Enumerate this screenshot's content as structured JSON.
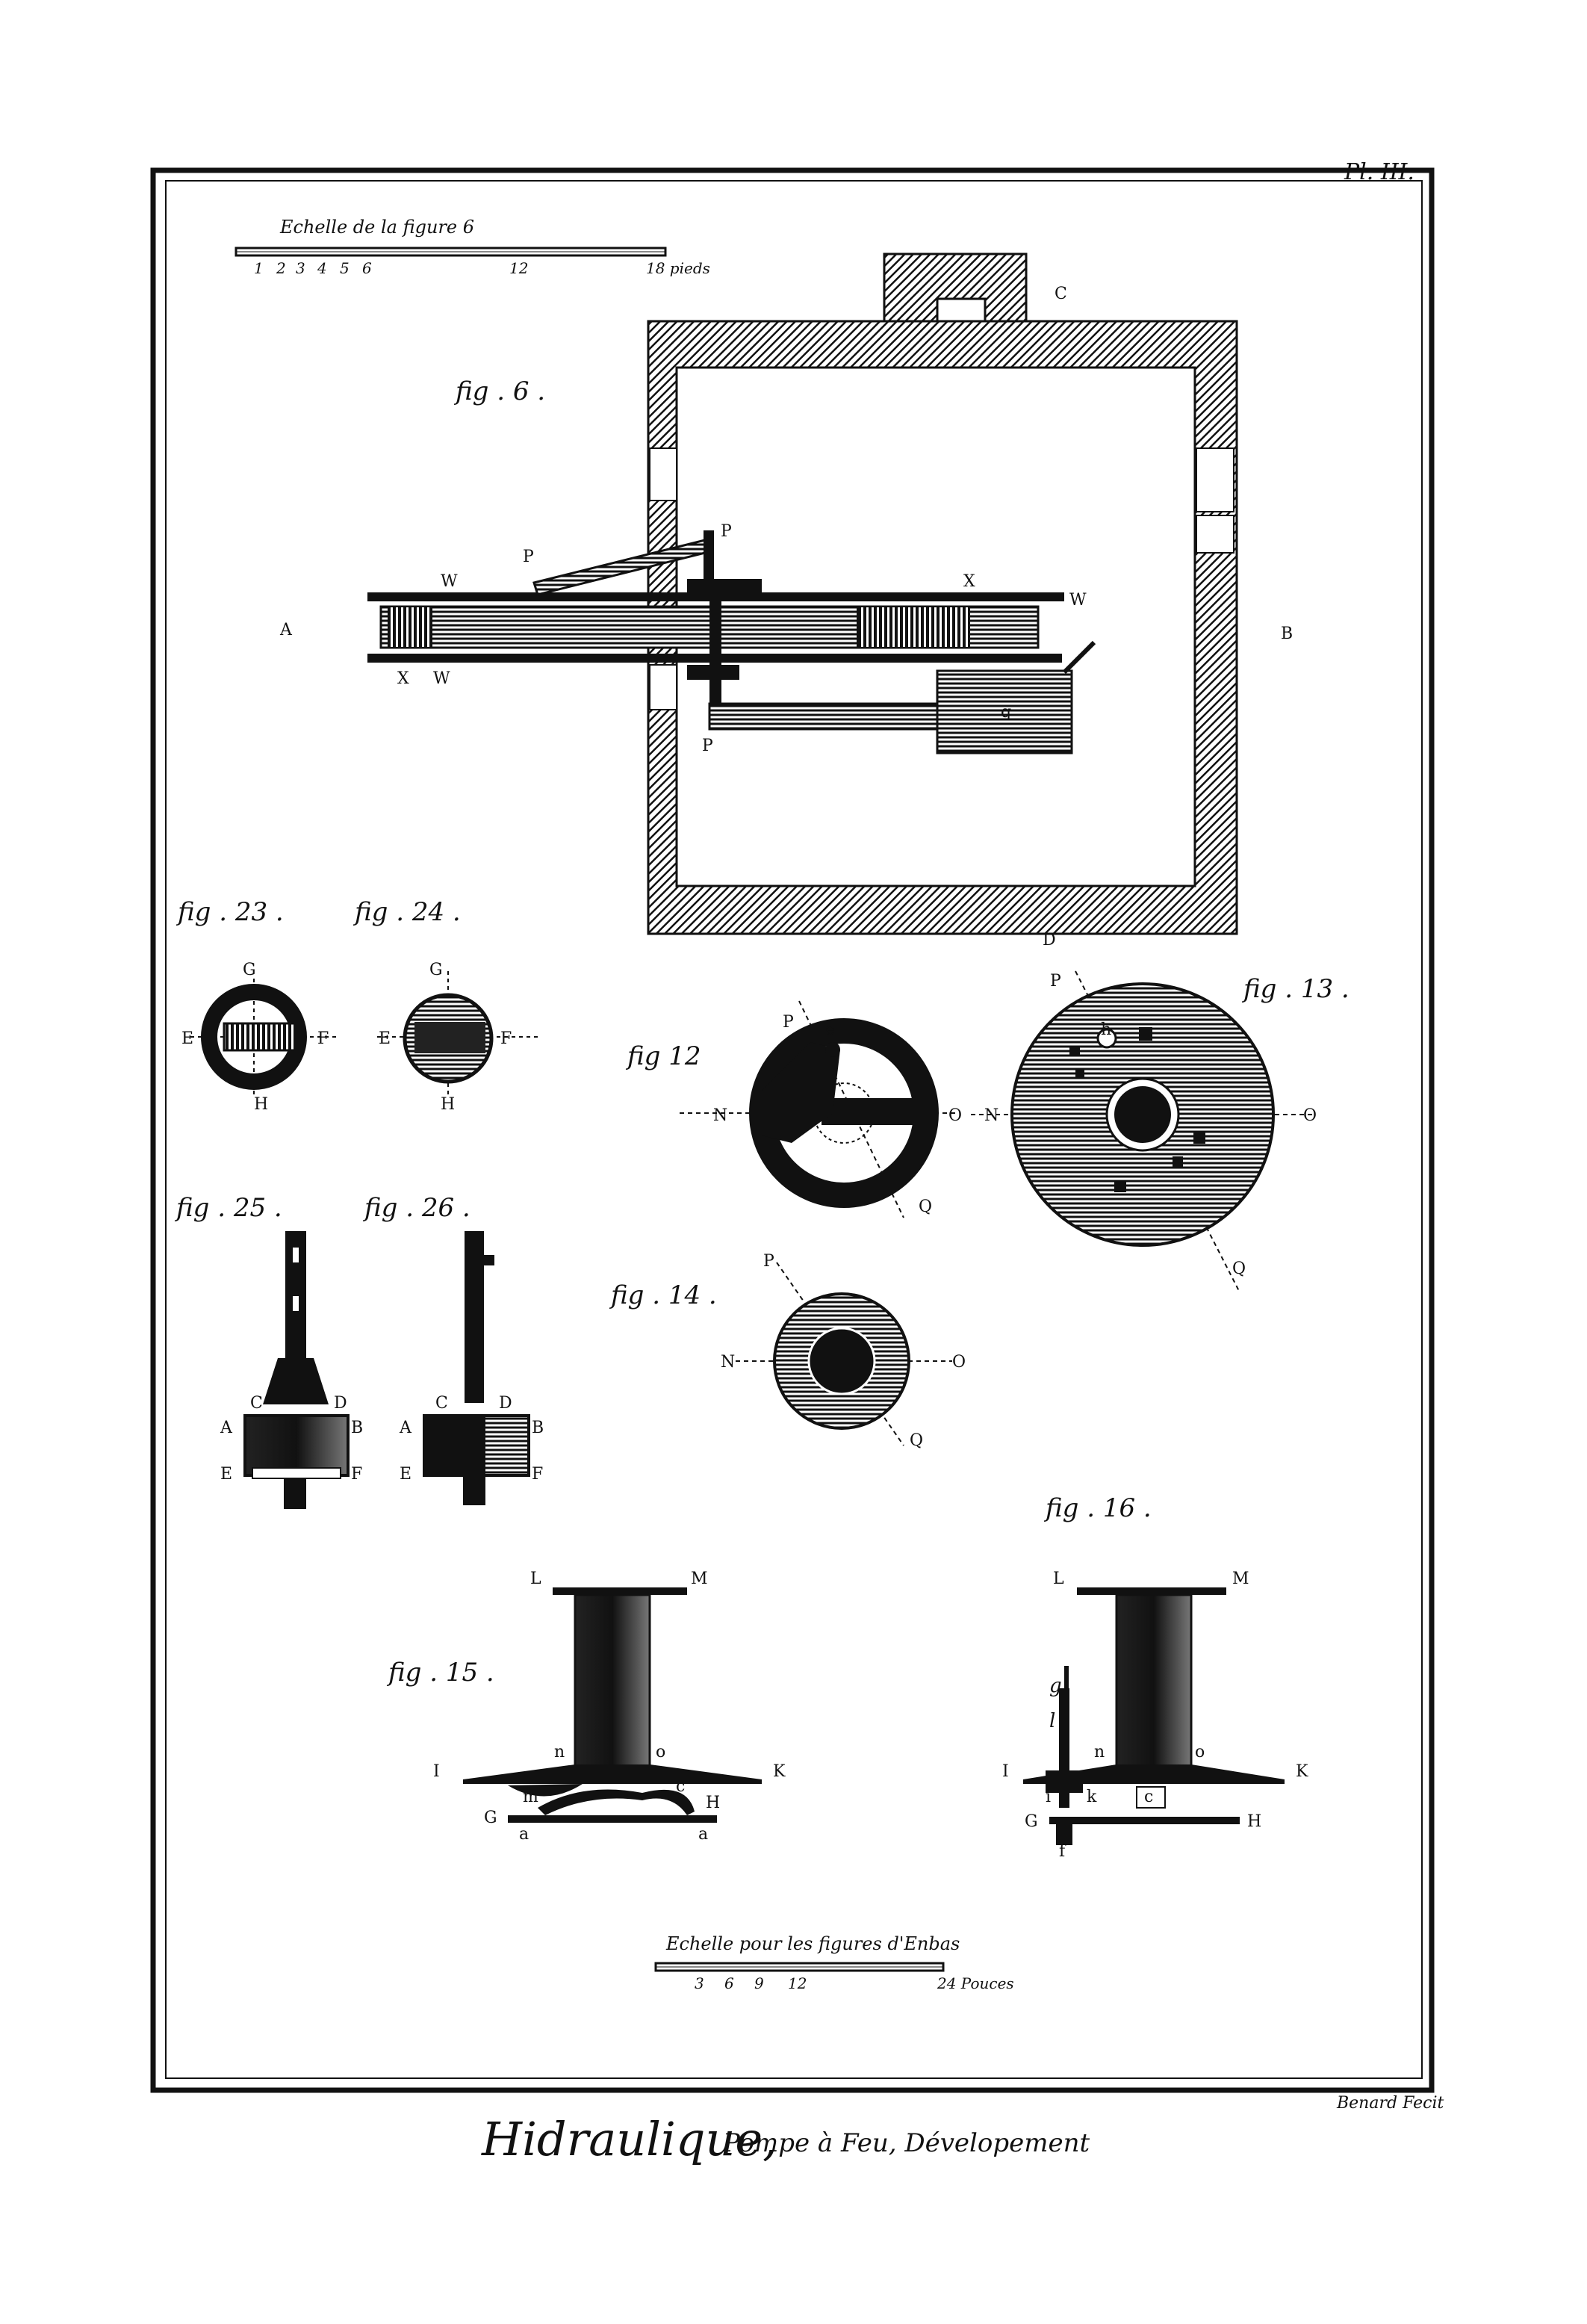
{
  "plate_number": "Pl. III.",
  "engraver": "Benard Fecit",
  "caption": {
    "main": "Hidraulique,",
    "sub": " Pompe à Feu, Dévelopement"
  },
  "scale_top": {
    "title": "Echelle de la figure 6",
    "ticks": [
      "1",
      "2",
      "3",
      "4",
      "5",
      "6",
      "12",
      "18 pieds"
    ]
  },
  "scale_bottom": {
    "title": "Echelle pour les figures d'Enbas",
    "ticks": [
      "3",
      "6",
      "9",
      "12",
      "24 Pouces"
    ]
  },
  "figures": {
    "fig6": "fig . 6 .",
    "fig12": "fig   12",
    "fig13": "fig . 13 .",
    "fig14": "fig . 14 .",
    "fig15": "fig . 15 .",
    "fig16": "fig . 16 .",
    "fig23": "fig . 23 .",
    "fig24": "fig . 24 .",
    "fig25": "fig . 25 .",
    "fig26": "fig . 26 ."
  },
  "letters": {
    "A": "A",
    "B": "B",
    "C": "C",
    "D": "D",
    "E": "E",
    "F": "F",
    "G": "G",
    "H": "H",
    "I": "I",
    "K": "K",
    "L": "L",
    "M": "M",
    "N": "N",
    "O": "O",
    "P": "P",
    "Q": "Q",
    "W": "W",
    "X": "X",
    "q": "q",
    "e": "e",
    "h": "h",
    "n": "n",
    "o": "o",
    "m": "m",
    "c": "c",
    "a": "a",
    "g": "g",
    "l": "l",
    "f": "f",
    "i": "i",
    "k": "k"
  }
}
